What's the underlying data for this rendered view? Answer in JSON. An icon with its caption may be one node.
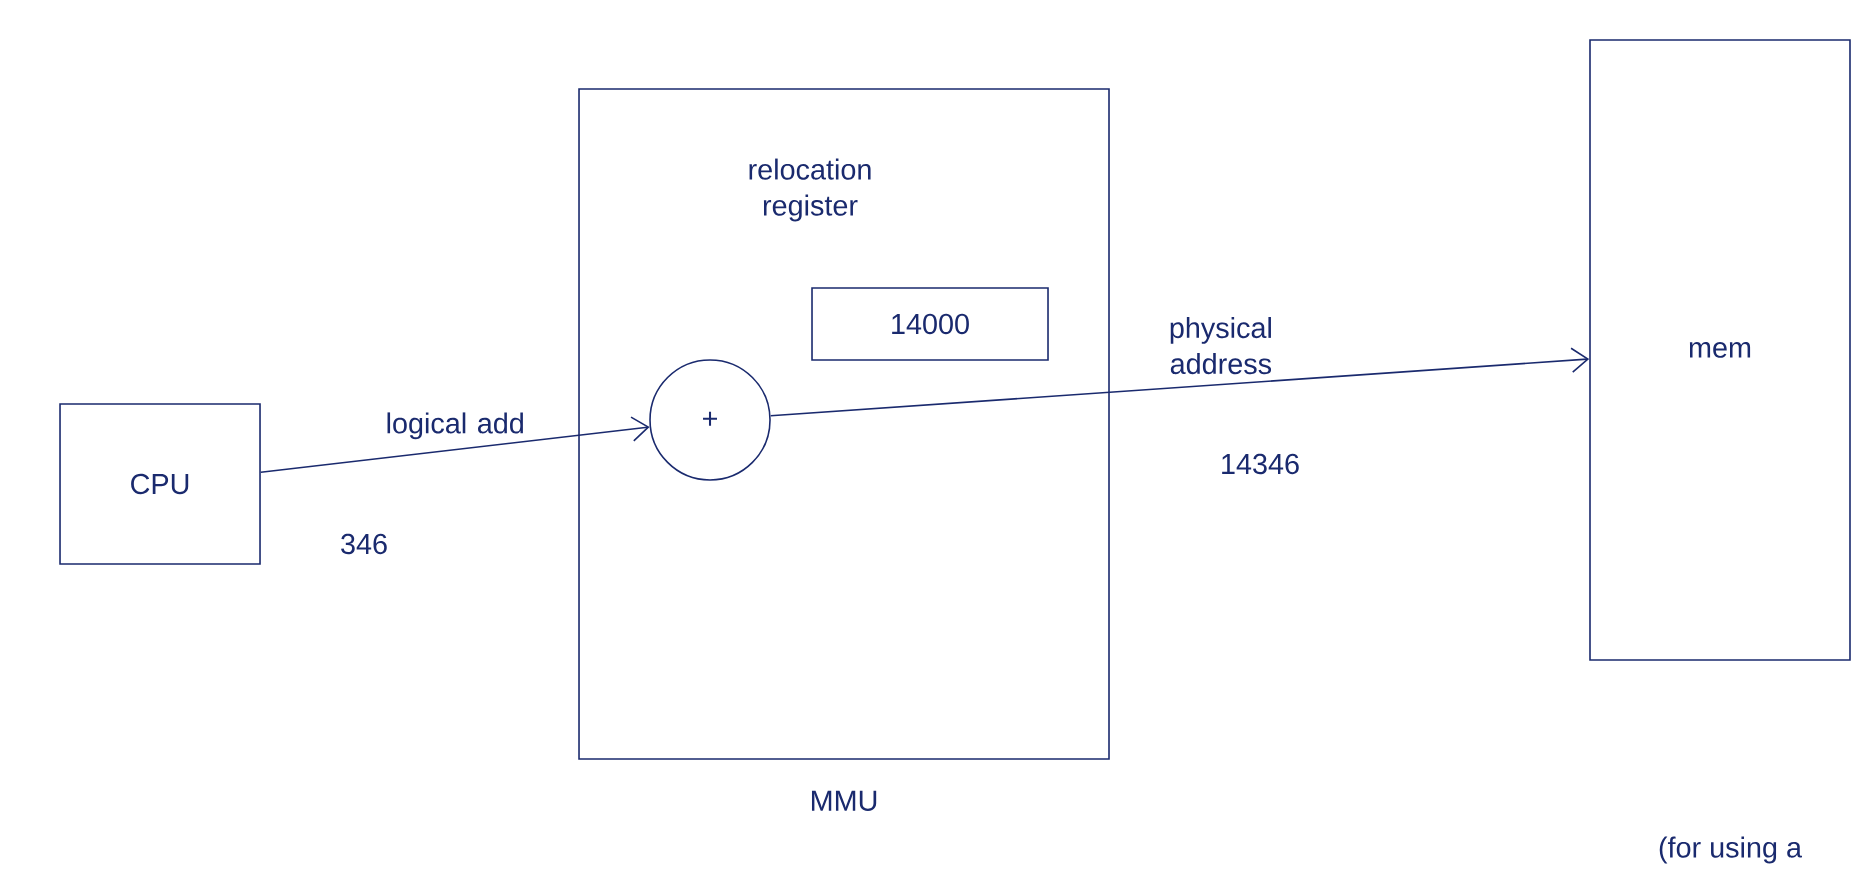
{
  "diagram": {
    "nodes": [
      {
        "text": [
          "CPU"
        ]
      },
      {
        "text": [
          "MMU"
        ]
      },
      {
        "text": [
          "+"
        ],
        "in": 1
      },
      {
        "text": [
          "14000"
        ],
        "beside": [
          "relocation register"
        ],
        "in": 1
      },
      {
        "text": [
          "mem"
        ]
      }
    ],
    "edges": [
      {
        "from": 0,
        "to": 2,
        "arrow": "to",
        "label": "logical add"
      },
      {
        "from": 2,
        "to": 4,
        "arrow": "to",
        "label": "physical address"
      }
    ],
    "labels": [
      "346",
      "14346",
      "(for using a"
    ]
  }
}
